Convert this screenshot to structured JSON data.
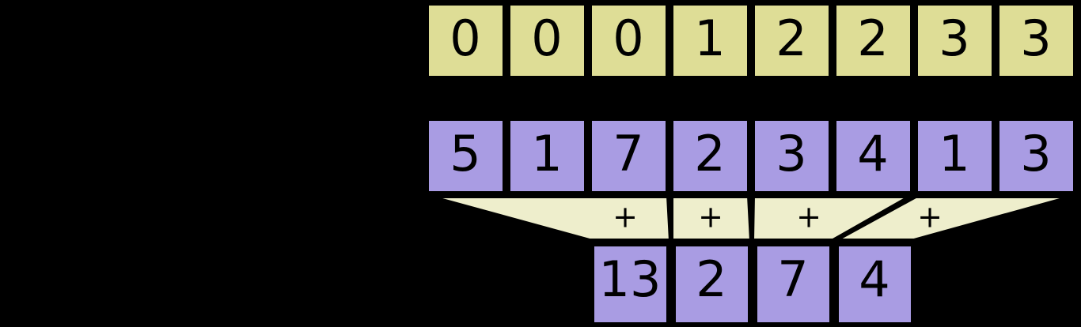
{
  "title": "segment-sum diagram",
  "colors": {
    "background": "#000000",
    "segment_ids_fill": "#dedd96",
    "data_fill": "#a99ce3",
    "funnel_fill": "#eeeecc",
    "stroke": "#000000",
    "text": "#000000"
  },
  "chart_data": {
    "type": "table",
    "title": "",
    "xlabel": "",
    "ylabel": "",
    "rows": [
      {
        "name": "segment_ids",
        "label": "",
        "color": "#dedd96",
        "values": [
          "0",
          "0",
          "0",
          "1",
          "2",
          "2",
          "3",
          "3"
        ]
      },
      {
        "name": "data",
        "label": "",
        "color": "#a99ce3",
        "values": [
          "5",
          "1",
          "7",
          "2",
          "3",
          "4",
          "1",
          "3"
        ]
      },
      {
        "name": "output",
        "label": "",
        "color": "#a99ce3",
        "values": [
          "13",
          "2",
          "7",
          "4"
        ]
      }
    ],
    "operators": [
      "+",
      "+",
      "+",
      "+"
    ],
    "groupings": [
      {
        "segment": "0",
        "inputs": [
          "5",
          "1",
          "7"
        ],
        "result": "13"
      },
      {
        "segment": "1",
        "inputs": [
          "2"
        ],
        "result": "2"
      },
      {
        "segment": "2",
        "inputs": [
          "3",
          "4"
        ],
        "result": "7"
      },
      {
        "segment": "3",
        "inputs": [
          "1",
          "3"
        ],
        "result": "4"
      }
    ]
  },
  "top_row": {
    "name": "segment-ids-row",
    "cells": [
      "0",
      "0",
      "0",
      "1",
      "2",
      "2",
      "3",
      "3"
    ]
  },
  "data_row": {
    "name": "data-row",
    "cells": [
      "5",
      "1",
      "7",
      "2",
      "3",
      "4",
      "1",
      "3"
    ]
  },
  "funnel": {
    "name": "reduction-funnel",
    "operators": [
      "+",
      "+",
      "+",
      "+"
    ]
  },
  "output_row": {
    "name": "output-row",
    "cells": [
      "13",
      "2",
      "7",
      "4"
    ]
  }
}
